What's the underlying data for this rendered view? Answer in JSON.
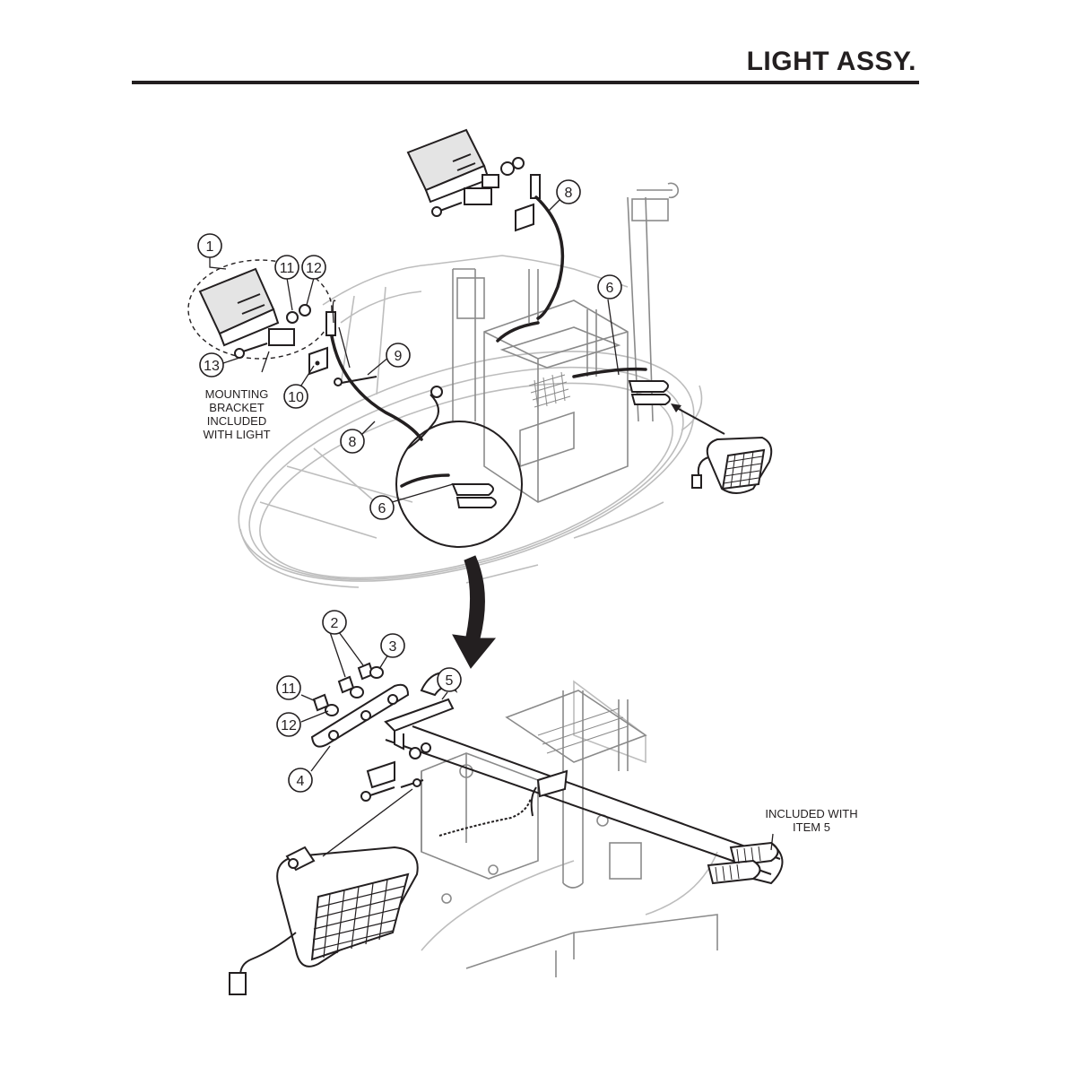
{
  "header": {
    "title": "LIGHT ASSY."
  },
  "callouts": [
    {
      "id": "c1",
      "label": "1"
    },
    {
      "id": "c11a",
      "label": "11"
    },
    {
      "id": "c12a",
      "label": "12"
    },
    {
      "id": "c13",
      "label": "13"
    },
    {
      "id": "c9",
      "label": "9"
    },
    {
      "id": "c10",
      "label": "10"
    },
    {
      "id": "c8a",
      "label": "8"
    },
    {
      "id": "c8b",
      "label": "8"
    },
    {
      "id": "c6a",
      "label": "6"
    },
    {
      "id": "c6b",
      "label": "6"
    },
    {
      "id": "c2",
      "label": "2"
    },
    {
      "id": "c3",
      "label": "3"
    },
    {
      "id": "c11b",
      "label": "11"
    },
    {
      "id": "c12b",
      "label": "12"
    },
    {
      "id": "c5",
      "label": "5"
    },
    {
      "id": "c4",
      "label": "4"
    }
  ],
  "notes": {
    "mounting_bracket": [
      "MOUNTING",
      "BRACKET",
      "INCLUDED",
      "WITH LIGHT"
    ],
    "included_with": [
      "INCLUDED WITH",
      "ITEM 5"
    ]
  }
}
